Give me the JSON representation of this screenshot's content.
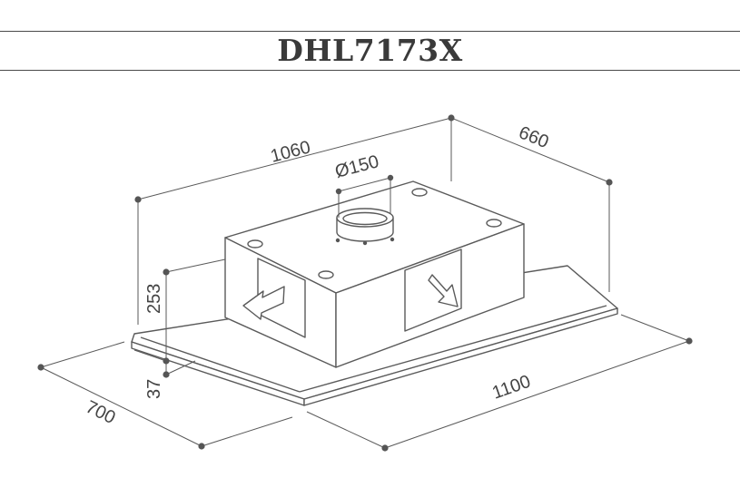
{
  "title": "DHL7173X",
  "dimensions": {
    "top_length": "1060",
    "top_depth": "660",
    "duct_diameter": "Ø150",
    "body_height": "253",
    "panel_thickness": "37",
    "panel_depth": "700",
    "panel_length": "1100"
  },
  "colors": {
    "line": "#5a5a5a",
    "fill": "#ffffff",
    "dot": "#555555"
  },
  "icons": [
    "airflow-arrow-left",
    "airflow-arrow-right"
  ]
}
